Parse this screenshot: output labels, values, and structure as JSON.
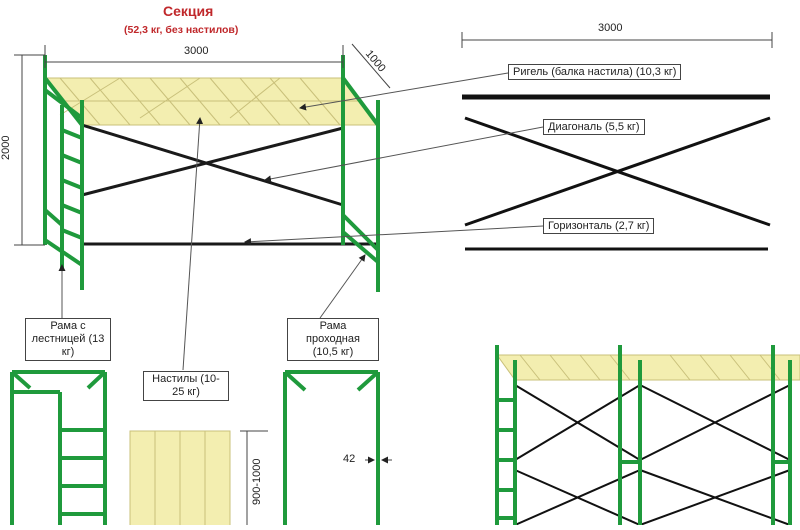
{
  "title": "Секция",
  "subtitle": "(52,3 кг, без настилов)",
  "dimensions": {
    "width_main": "3000",
    "depth": "1000",
    "height": "2000",
    "width_parts": "3000",
    "deck_width": "900-1000",
    "gap": "42"
  },
  "parts": {
    "rigel": "Ригель (балка настила) (10,3 кг)",
    "diagonal": "Диагональ (5,5 кг)",
    "horizontal": "Горизонталь (2,7 кг)",
    "frame_ladder": "Рама с лестницей (13 кг)",
    "decks": "Настилы (10-25 кг)",
    "frame_pass": "Рама проходная (10,5 кг)"
  },
  "colors": {
    "frame": "#1f9a3c",
    "deck": "#f3eeb0",
    "title": "#c0282b",
    "bars": "#1a1a1a"
  }
}
